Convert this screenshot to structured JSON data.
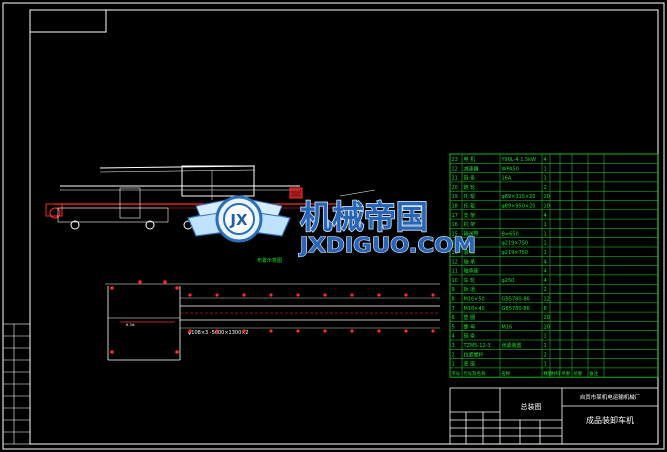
{
  "watermark": {
    "cn": "机械帝国",
    "en": "JXDIGUO.COM",
    "emblem": "JX"
  },
  "drawing": {
    "title_block_company": "自贡市某机电运输机械厂",
    "title_block_name": "成品装卸车机",
    "assembly_label": "总装图",
    "plan_view_label": "布置示意图",
    "dimension_note": "φ108×3 -5600×1300×2",
    "side_tag": "6-3#"
  },
  "bom": {
    "rows": [
      [
        "23",
        "电  机",
        "Y90L-4  1.5kW",
        "4",
        "",
        "",
        "",
        ""
      ],
      [
        "22",
        "减速器",
        "WPA50",
        "1",
        "",
        "",
        "",
        ""
      ],
      [
        "21",
        "链  条",
        "16A",
        "1",
        "",
        "",
        "",
        ""
      ],
      [
        "20",
        "链  轮",
        "",
        "2",
        "",
        "",
        "",
        ""
      ],
      [
        "19",
        "托  辊",
        "φ89×315×20",
        "20",
        "",
        "",
        "",
        ""
      ],
      [
        "18",
        "托  辊",
        "φ89×950×20",
        "10",
        "",
        "",
        "",
        ""
      ],
      [
        "17",
        "支  架",
        "",
        "4",
        "",
        "",
        "",
        ""
      ],
      [
        "16",
        "机  架",
        "",
        "1",
        "",
        "",
        "",
        ""
      ],
      [
        "15",
        "输送带",
        "B=650",
        "1",
        "",
        "",
        "",
        ""
      ],
      [
        "14",
        "滚  筒",
        "φ219×750",
        "1",
        "",
        "",
        "",
        ""
      ],
      [
        "13",
        "滚  筒",
        "φ219×750",
        "1",
        "",
        "",
        "",
        ""
      ],
      [
        "12",
        "轴  承",
        "",
        "4",
        "",
        "",
        "",
        ""
      ],
      [
        "11",
        "轴承座",
        "",
        "4",
        "",
        "",
        "",
        ""
      ],
      [
        "10",
        "车  轮",
        "φ250",
        "4",
        "",
        "",
        "",
        ""
      ],
      [
        "9",
        "轨  道",
        "",
        "2",
        "",
        "",
        "",
        ""
      ],
      [
        "8",
        "M16×50",
        "GB5780-86",
        "12",
        "",
        "",
        "",
        ""
      ],
      [
        "7",
        "M16×40",
        "GB5780-86",
        "8",
        "",
        "",
        "",
        ""
      ],
      [
        "6",
        "垫  圈",
        "",
        "20",
        "",
        "",
        "",
        ""
      ],
      [
        "5",
        "螺  母",
        "M16",
        "20",
        "",
        "",
        "",
        ""
      ],
      [
        "4",
        "链  条",
        "",
        "1",
        "",
        "",
        "",
        ""
      ],
      [
        "3",
        "TZM5-12-3",
        "张紧装置",
        "1",
        "",
        "",
        "",
        ""
      ],
      [
        "2",
        "拉紧螺杆",
        "",
        "2",
        "",
        "",
        "",
        ""
      ],
      [
        "1",
        "底  座",
        "",
        "1",
        "",
        "",
        "",
        ""
      ]
    ],
    "header": [
      "序号",
      "代号及名称",
      "名称",
      "数量",
      "材料",
      "单重",
      "总重",
      "备注"
    ]
  },
  "colors": {
    "frame": "#ffffff",
    "table": "#18e02a",
    "red": "#ff2a2a",
    "emblem_blue": "#2c6fb8",
    "emblem_light": "#9fd0ff",
    "watermark_text": "#1f5fa8"
  }
}
